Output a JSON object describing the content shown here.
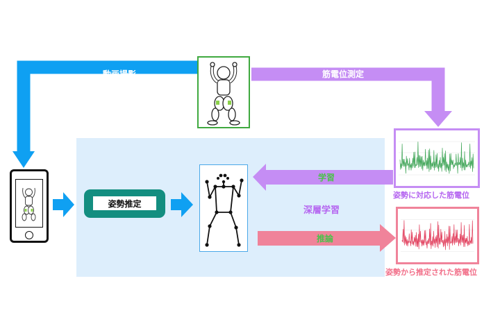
{
  "labels": {
    "video_capture": "動画撮影",
    "emg_measurement": "筋電位測定",
    "pose_estimation": "姿勢推定",
    "deep_learning": "深層学習",
    "learning": "学習",
    "inference": "推論",
    "emg_for_pose": "姿勢に対応した筋電位",
    "emg_estimated_from_pose": "姿勢から推定された筋電位"
  },
  "colors": {
    "blue_arrow": "#0FA0F2",
    "purple_arrow": "#C58DF4",
    "pink_arrow": "#F0839A",
    "panel_bg": "#DDEEFC",
    "pose_box_fill": "#138E80",
    "green_text": "#4CC04C",
    "learning_caption": "#B565F0",
    "inference_caption": "#F2708A"
  }
}
